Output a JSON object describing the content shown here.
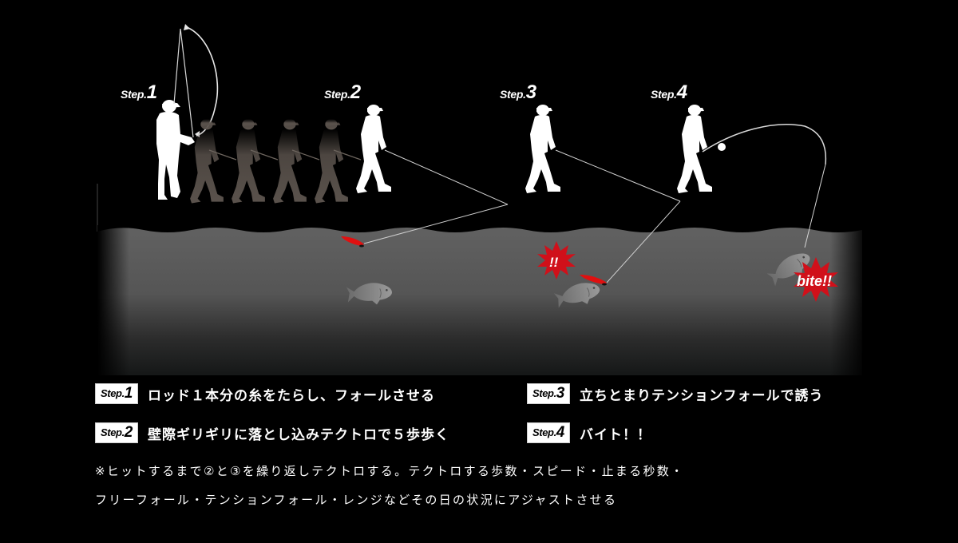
{
  "scene": {
    "step_labels": [
      {
        "prefix": "Step.",
        "num": "1"
      },
      {
        "prefix": "Step.",
        "num": "2"
      },
      {
        "prefix": "Step.",
        "num": "3"
      },
      {
        "prefix": "Step.",
        "num": "4"
      }
    ],
    "bursts": [
      {
        "text": "!!"
      },
      {
        "text": "bite!!"
      }
    ],
    "colors": {
      "background": "#000000",
      "water_top": "#5f5f5f",
      "water_bottom": "#1a1a1a",
      "lure": "#e01010",
      "burst": "#d0101a",
      "shadow_walker": "#5a524c",
      "line": "#d8d8d8"
    }
  },
  "legend": [
    {
      "badge_prefix": "Step.",
      "badge_num": "1",
      "text": "ロッド１本分の糸をたらし、フォールさせる"
    },
    {
      "badge_prefix": "Step.",
      "badge_num": "2",
      "text": "壁際ギリギリに落とし込みテクトロで５歩歩く"
    },
    {
      "badge_prefix": "Step.",
      "badge_num": "3",
      "text": "立ちとまりテンションフォールで誘う"
    },
    {
      "badge_prefix": "Step.",
      "badge_num": "4",
      "text": "バイト！！"
    }
  ],
  "notes": [
    "※ヒットするまで②と③を繰り返しテクトロする。テクトロする歩数・スピード・止まる秒数・",
    "フリーフォール・テンションフォール・レンジなどその日の状況にアジャストさせる"
  ]
}
